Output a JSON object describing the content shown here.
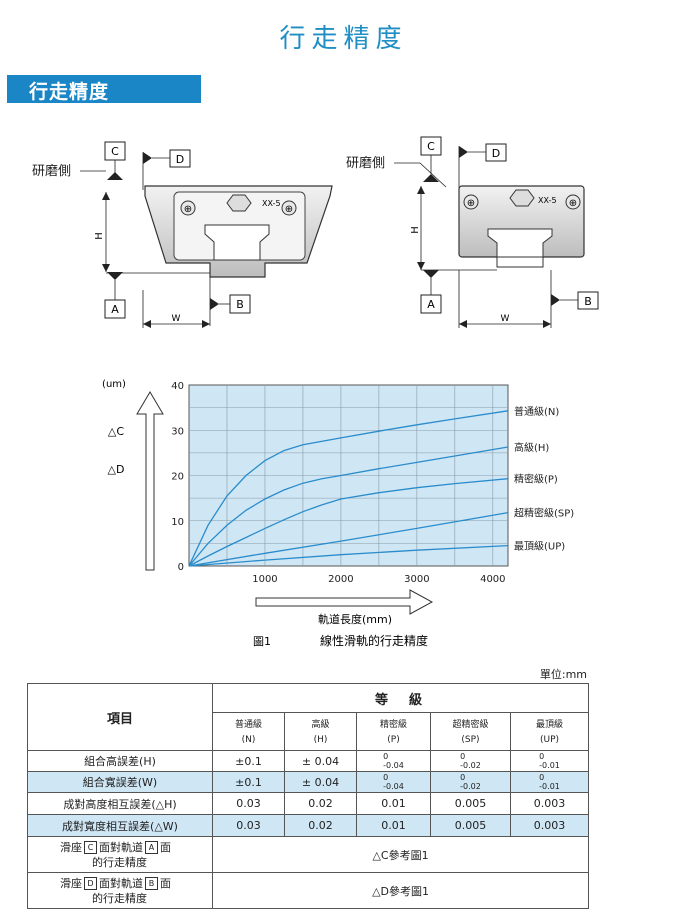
{
  "page": {
    "title": "行走精度",
    "section_title": "行走精度"
  },
  "diagram": {
    "grind_side": "研磨側",
    "ref_c": "C",
    "ref_d": "D",
    "ref_a": "A",
    "ref_b": "B",
    "dim_h": "H",
    "dim_w": "W",
    "model_label": "XX-5"
  },
  "chart_data": {
    "type": "line",
    "title": "",
    "xlabel": "軌道長度(mm)",
    "ylabel": "(um)",
    "ylabel_symbols": [
      "△C",
      "△D"
    ],
    "xlim": [
      0,
      4200
    ],
    "ylim": [
      0,
      40
    ],
    "x_ticks": [
      1000,
      2000,
      3000,
      4000
    ],
    "y_ticks": [
      0,
      10,
      20,
      30,
      40
    ],
    "grid": true,
    "series": [
      {
        "name": "普通級(N)",
        "x": [
          0,
          250,
          500,
          750,
          1000,
          1250,
          1500,
          2000,
          2500,
          3000,
          3500,
          4200
        ],
        "values": [
          0,
          9,
          15.5,
          20,
          23.3,
          25.5,
          26.8,
          28.3,
          29.8,
          31.2,
          32.5,
          34.3
        ]
      },
      {
        "name": "高級(H)",
        "x": [
          0,
          250,
          500,
          750,
          1000,
          1250,
          1500,
          1750,
          2000,
          2500,
          3000,
          3500,
          4200
        ],
        "values": [
          0,
          5,
          9,
          12.3,
          14.8,
          16.8,
          18.3,
          19.3,
          20,
          21.5,
          22.9,
          24.3,
          26.3
        ]
      },
      {
        "name": "精密級(P)",
        "x": [
          0,
          250,
          500,
          750,
          1000,
          1250,
          1500,
          1750,
          2000,
          2500,
          3000,
          3500,
          4200
        ],
        "values": [
          0,
          2.2,
          4.3,
          6.3,
          8.3,
          10.2,
          12,
          13.5,
          14.8,
          16.2,
          17.3,
          18.2,
          19.3
        ]
      },
      {
        "name": "超精密級(SP)",
        "x": [
          0,
          1000,
          2000,
          3000,
          4200
        ],
        "values": [
          0,
          2.8,
          5.5,
          8.3,
          11.8
        ]
      },
      {
        "name": "最頂級(UP)",
        "x": [
          0,
          1000,
          2000,
          3000,
          4200
        ],
        "values": [
          0,
          1.3,
          2.5,
          3.5,
          4.5
        ]
      }
    ],
    "caption_number": "圖1",
    "caption_text": "線性滑軌的行走精度"
  },
  "table": {
    "unit": "單位:mm",
    "header_item": "項目",
    "header_grade": "等　級",
    "grades": [
      {
        "name": "普通級",
        "code": "(N)"
      },
      {
        "name": "高級",
        "code": "(H)"
      },
      {
        "name": "精密級",
        "code": "(P)"
      },
      {
        "name": "超精密級",
        "code": "(SP)"
      },
      {
        "name": "最頂級",
        "code": "(UP)"
      }
    ],
    "rows": [
      {
        "item": "組合高誤差(H)",
        "cells": [
          {
            "v": "±0.1"
          },
          {
            "v": "± 0.04"
          },
          {
            "t": "0",
            "b": "-0.04"
          },
          {
            "t": "0",
            "b": "-0.02"
          },
          {
            "t": "0",
            "b": "-0.01"
          }
        ]
      },
      {
        "item": "組合寬誤差(W)",
        "cells": [
          {
            "v": "±0.1"
          },
          {
            "v": "± 0.04"
          },
          {
            "t": "0",
            "b": "-0.04"
          },
          {
            "t": "0",
            "b": "-0.02"
          },
          {
            "t": "0",
            "b": "-0.01"
          }
        ]
      },
      {
        "item": "成對高度相互誤差(△H)",
        "cells": [
          {
            "v": "0.03"
          },
          {
            "v": "0.02"
          },
          {
            "v": "0.01"
          },
          {
            "v": "0.005"
          },
          {
            "v": "0.003"
          }
        ]
      },
      {
        "item": "成對寬度相互誤差(△W)",
        "cells": [
          {
            "v": "0.03"
          },
          {
            "v": "0.02"
          },
          {
            "v": "0.01"
          },
          {
            "v": "0.005"
          },
          {
            "v": "0.003"
          }
        ]
      }
    ],
    "row_c": {
      "pre": "滑座",
      "box1": "C",
      "mid": "面對軌道",
      "box2": "A",
      "post": "面",
      "line2": "的行走精度",
      "value": "△C參考圖1"
    },
    "row_d": {
      "pre": "滑座",
      "box1": "D",
      "mid": "面對軌道",
      "box2": "B",
      "post": "面",
      "line2": "的行走精度",
      "value": "△D參考圖1"
    }
  }
}
